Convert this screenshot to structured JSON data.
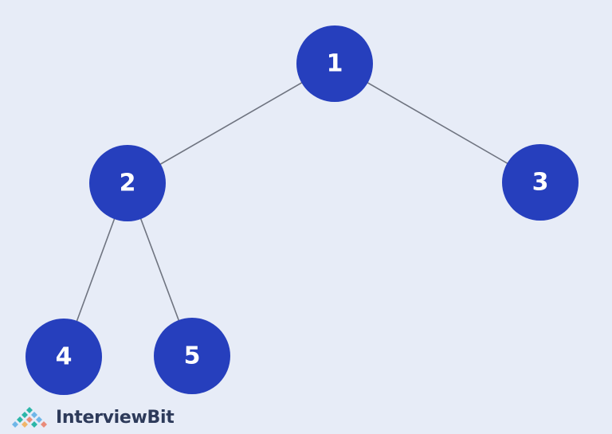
{
  "tree": {
    "node_color": "#263fbd",
    "edge_color": "#6f7480",
    "background": "#e7ecf7",
    "nodes": [
      {
        "id": "n1",
        "label": "1"
      },
      {
        "id": "n2",
        "label": "2"
      },
      {
        "id": "n3",
        "label": "3"
      },
      {
        "id": "n4",
        "label": "4"
      },
      {
        "id": "n5",
        "label": "5"
      }
    ],
    "edges": [
      {
        "from": "n1",
        "to": "n2"
      },
      {
        "from": "n1",
        "to": "n3"
      },
      {
        "from": "n2",
        "to": "n4"
      },
      {
        "from": "n2",
        "to": "n5"
      }
    ]
  },
  "brand": {
    "name": "InterviewBit",
    "logo_icon": "interviewbit-logo-icon"
  }
}
